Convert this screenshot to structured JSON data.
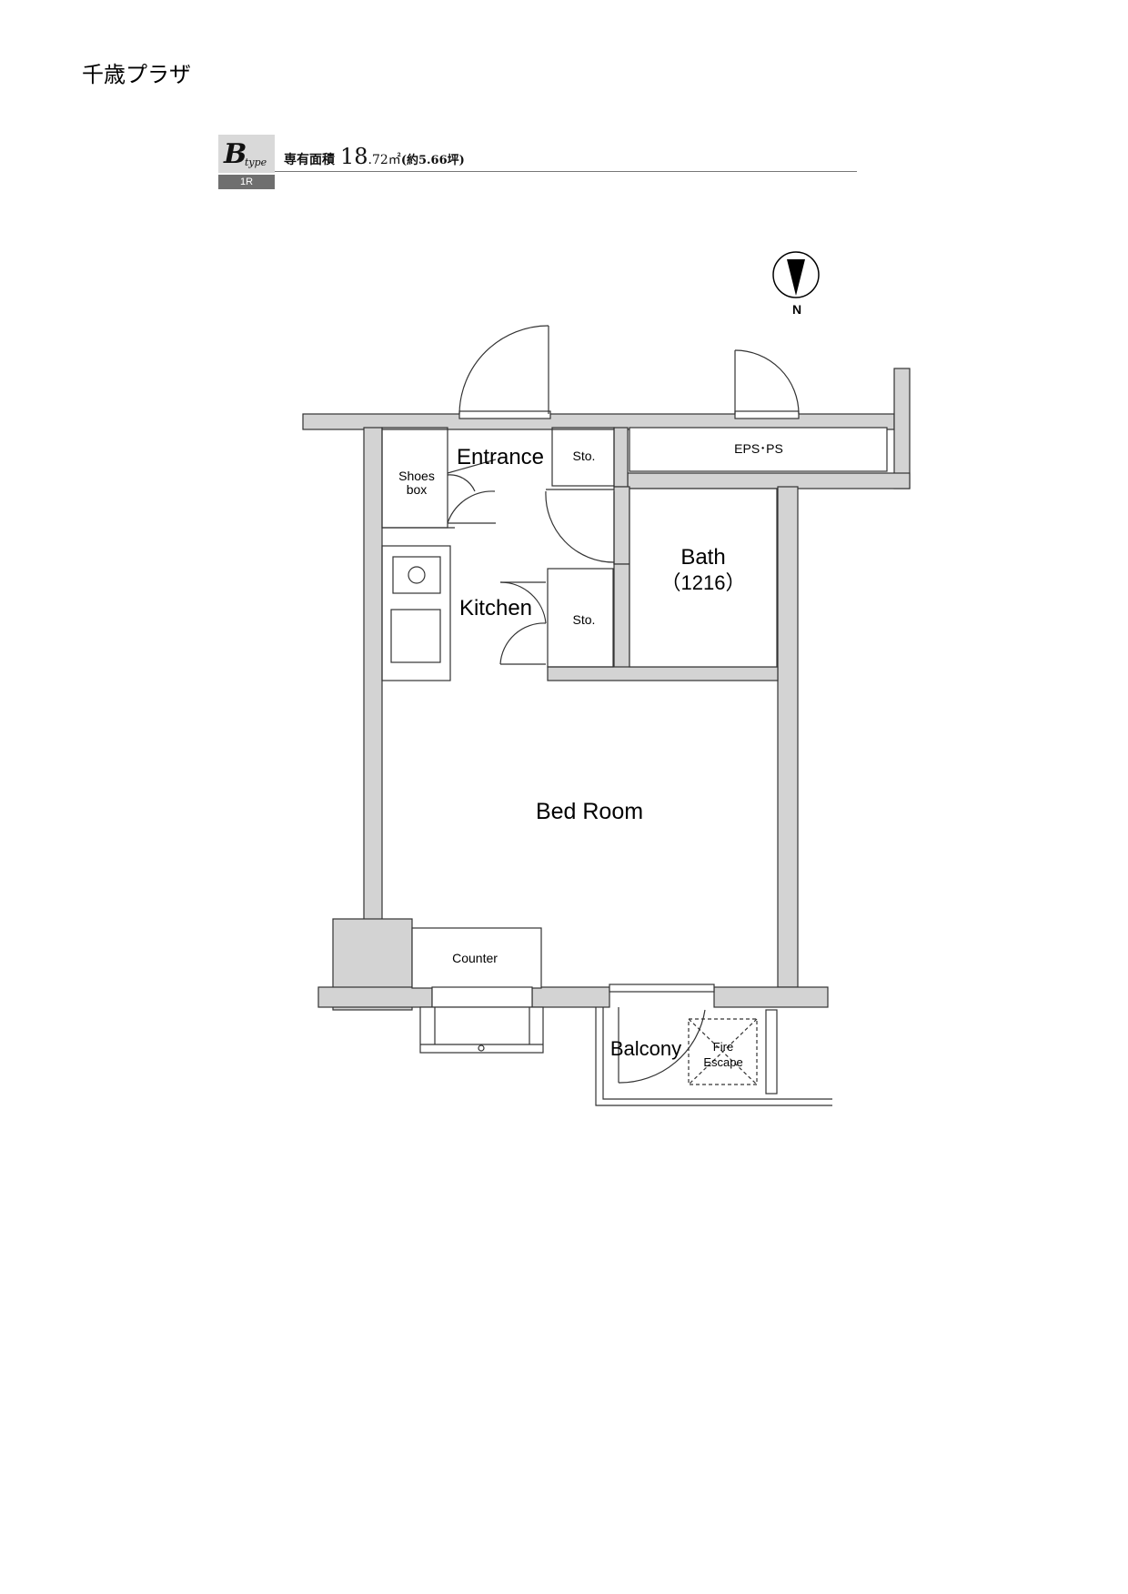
{
  "title": "千歳プラザ",
  "unit_type": {
    "letter": "B",
    "suffix": "type",
    "layout": "1R"
  },
  "area": {
    "label": "専有面積",
    "value_int": "18",
    "value_dec": ".72㎡",
    "tsubo": "(約5.66坪)"
  },
  "compass": {
    "label": "N"
  },
  "rooms": {
    "entrance": "Entrance",
    "shoes_box_line1": "Shoes",
    "shoes_box_line2": "box",
    "storage_top": "Sto.",
    "storage_kitchen": "Sto.",
    "eps_ps": "EPS･PS",
    "bath": "Bath",
    "bath_size": "（1216）",
    "kitchen": "Kitchen",
    "bedroom": "Bed Room",
    "counter": "Counter",
    "balcony": "Balcony",
    "fire_escape_line1": "Fire",
    "fire_escape_line2": "Escape"
  },
  "colors": {
    "wall": "#d3d3d3",
    "line": "#333333"
  }
}
